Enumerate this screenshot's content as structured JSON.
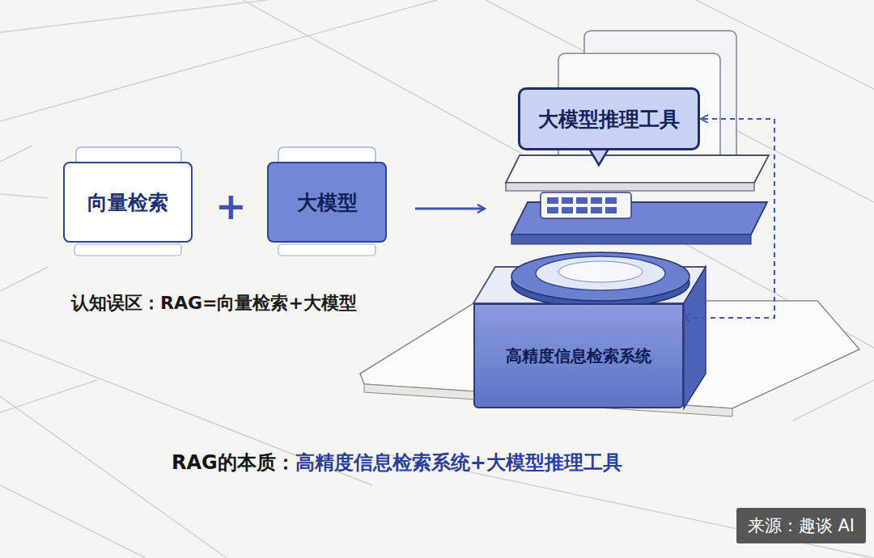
{
  "diagram": {
    "nodes": [
      {
        "text": [
          "向量检索"
        ]
      },
      {
        "text": [
          "大模型"
        ]
      },
      {
        "text": [
          "大模型推理工具"
        ]
      },
      {
        "text": [
          "高精度信息检索系统"
        ]
      }
    ],
    "edges": [
      {
        "from": 3,
        "to": 2,
        "arrow": "both"
      }
    ],
    "labels": [
      "+",
      "认知误区：RAG=向量检索+大模型",
      "RAG的本质：",
      "高精度信息检索系统+大模型推理工具",
      "来源：趣谈 AI"
    ]
  }
}
